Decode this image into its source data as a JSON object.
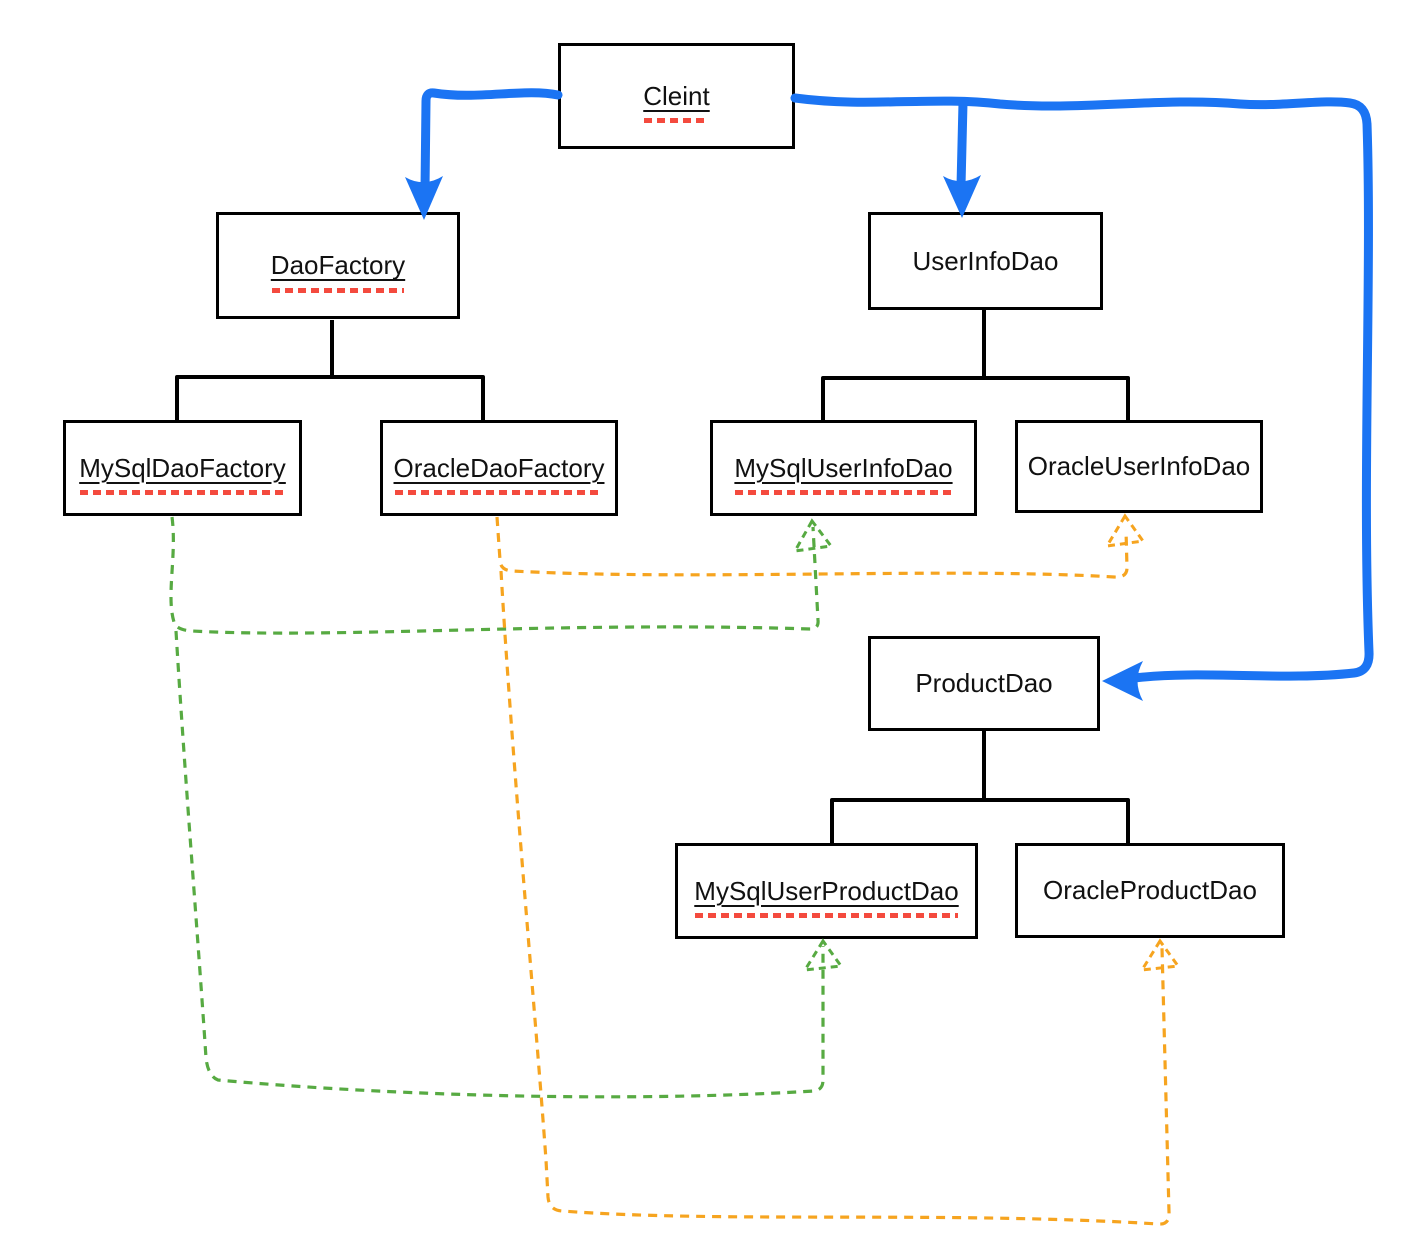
{
  "nodes": [
    {
      "id": "client",
      "label": "Cleint",
      "spellcheck_underline": true
    },
    {
      "id": "dao-factory",
      "label": "DaoFactory",
      "spellcheck_underline": true
    },
    {
      "id": "user-info-dao",
      "label": "UserInfoDao",
      "spellcheck_underline": false
    },
    {
      "id": "mysql-dao-factory",
      "label": "MySqlDaoFactory",
      "spellcheck_underline": true
    },
    {
      "id": "oracle-dao-factory",
      "label": "OracleDaoFactory",
      "spellcheck_underline": true
    },
    {
      "id": "mysql-user-info-dao",
      "label": "MySqlUserInfoDao",
      "spellcheck_underline": true
    },
    {
      "id": "oracle-user-info-dao",
      "label": "OracleUserInfoDao",
      "spellcheck_underline": false
    },
    {
      "id": "product-dao",
      "label": "ProductDao",
      "spellcheck_underline": false
    },
    {
      "id": "mysql-user-product-dao",
      "label": "MySqlUserProductDao",
      "spellcheck_underline": true
    },
    {
      "id": "oracle-product-dao",
      "label": "OracleProductDao",
      "spellcheck_underline": false
    }
  ],
  "edges": [
    {
      "from": "Cleint",
      "to": "DaoFactory",
      "style": "solid-arrow",
      "color": "blue"
    },
    {
      "from": "Cleint",
      "to": "UserInfoDao",
      "style": "solid-arrow",
      "color": "blue"
    },
    {
      "from": "Cleint",
      "to": "ProductDao",
      "style": "solid-arrow",
      "color": "blue"
    },
    {
      "from": "DaoFactory",
      "to": "MySqlDaoFactory",
      "style": "tree",
      "color": "black"
    },
    {
      "from": "DaoFactory",
      "to": "OracleDaoFactory",
      "style": "tree",
      "color": "black"
    },
    {
      "from": "UserInfoDao",
      "to": "MySqlUserInfoDao",
      "style": "tree",
      "color": "black"
    },
    {
      "from": "UserInfoDao",
      "to": "OracleUserInfoDao",
      "style": "tree",
      "color": "black"
    },
    {
      "from": "ProductDao",
      "to": "MySqlUserProductDao",
      "style": "tree",
      "color": "black"
    },
    {
      "from": "ProductDao",
      "to": "OracleProductDao",
      "style": "tree",
      "color": "black"
    },
    {
      "from": "MySqlDaoFactory",
      "to": "MySqlUserInfoDao",
      "style": "dashed-arrow",
      "color": "green"
    },
    {
      "from": "MySqlDaoFactory",
      "to": "MySqlUserProductDao",
      "style": "dashed-arrow",
      "color": "green"
    },
    {
      "from": "OracleDaoFactory",
      "to": "OracleUserInfoDao",
      "style": "dashed-arrow",
      "color": "orange"
    },
    {
      "from": "OracleDaoFactory",
      "to": "OracleProductDao",
      "style": "dashed-arrow",
      "color": "orange"
    }
  ],
  "colors": {
    "arrow_blue": "#1b74f3",
    "arrow_green": "#57aa42",
    "arrow_orange": "#f6a41f",
    "spellcheck_red": "#f44a3e",
    "box_border": "#000000",
    "background": "#ffffff"
  }
}
